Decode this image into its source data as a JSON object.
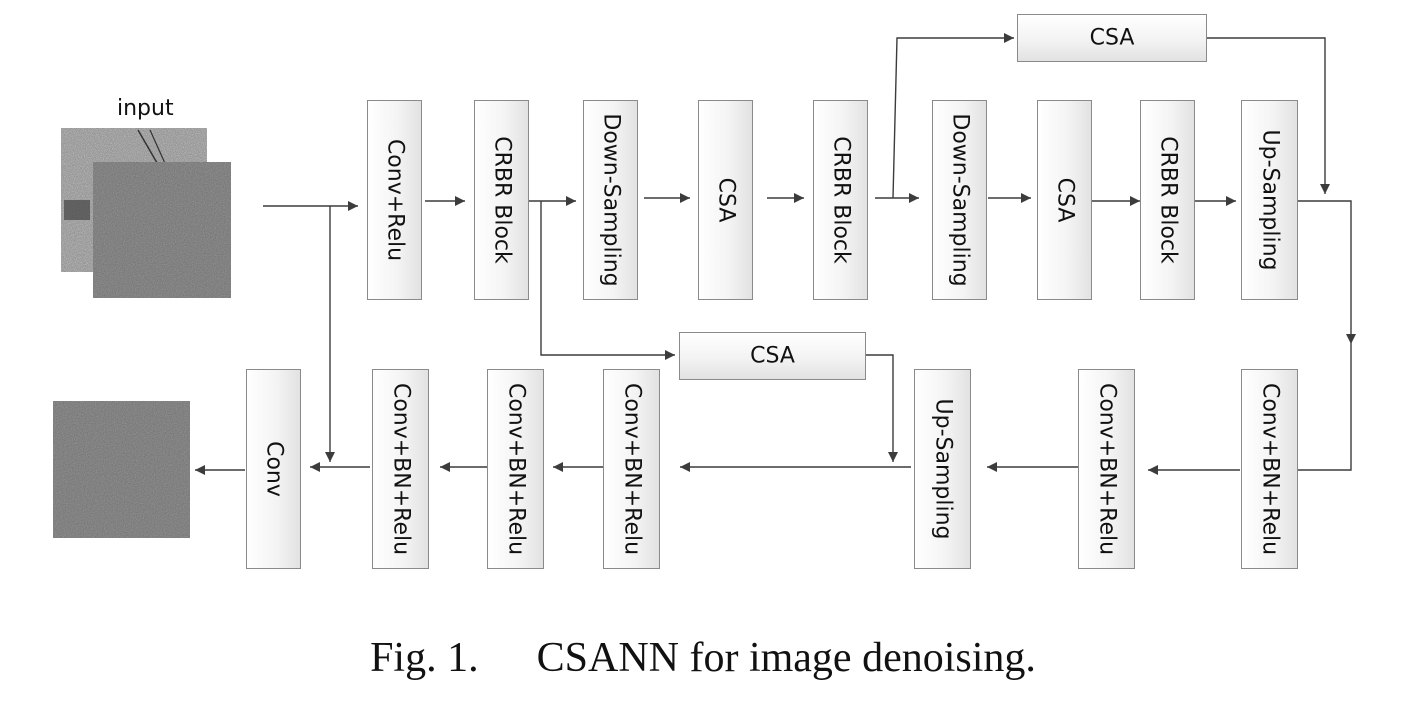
{
  "input_label": "input",
  "blocks": {
    "conv_relu": "Conv+Relu",
    "crbr_1": "CRBR Block",
    "down_1": "Down-Sampling",
    "csa_1": "CSA",
    "crbr_2": "CRBR Block",
    "down_2": "Down-Sampling",
    "csa_2": "CSA",
    "crbr_3": "CRBR Block",
    "up_1": "Up-Sampling",
    "csa_skip_top": "CSA",
    "csa_skip_mid": "CSA",
    "cbr_1": "Conv+BN+Relu",
    "cbr_2": "Conv+BN+Relu",
    "up_2": "Up-Sampling",
    "cbr_3": "Conv+BN+Relu",
    "cbr_4": "Conv+BN+Relu",
    "cbr_5": "Conv+BN+Relu",
    "conv_out": "Conv"
  },
  "caption": {
    "fig": "Fig. 1.",
    "text": "CSANN for image denoising."
  },
  "colors": {
    "line": "#3c3c3c",
    "box_border": "#8a8a8a",
    "noise_dark": "#6a6a6a"
  }
}
